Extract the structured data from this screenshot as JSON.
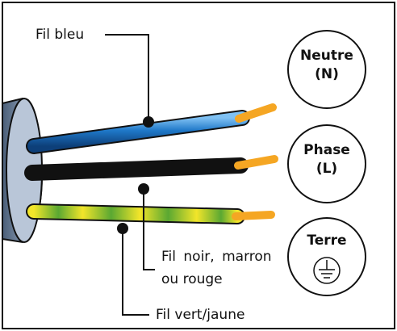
{
  "labels": {
    "blue_wire": "Fil bleu",
    "black_wire_line1": "Fil noir, marron",
    "black_wire_line2": "ou rouge",
    "green_yellow_wire": "Fil vert/jaune"
  },
  "terminals": [
    {
      "line1": "Neutre",
      "line2": "(N)"
    },
    {
      "line1": "Phase",
      "line2": "(L)"
    },
    {
      "line1": "Terre",
      "line2": "⏚"
    }
  ],
  "colors": {
    "blue": "#1f78c8",
    "black": "#111111",
    "green": "#5aa832",
    "yellow": "#f2e52a",
    "copper": "#f5a623",
    "cable": "#6a7f9a"
  }
}
